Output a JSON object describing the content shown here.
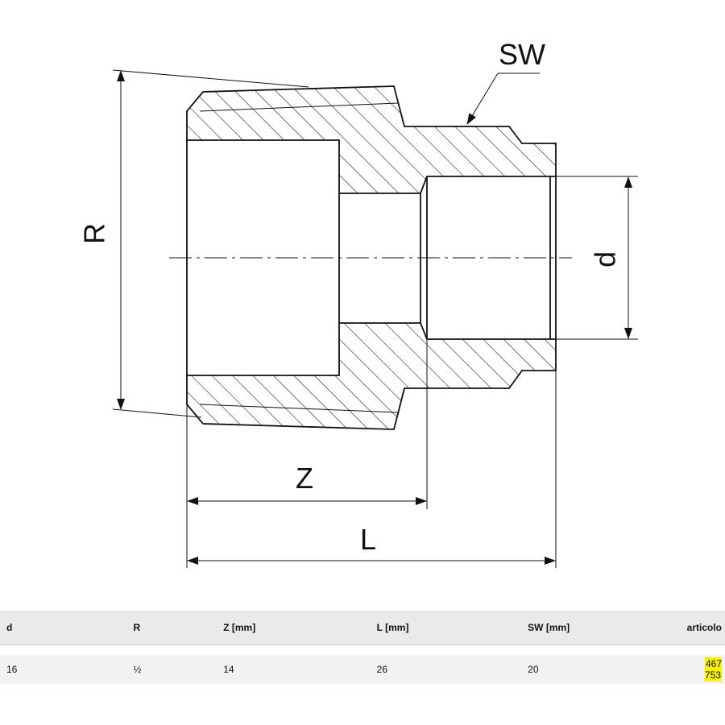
{
  "diagram": {
    "labels": {
      "R": "R",
      "SW": "SW",
      "d": "d",
      "Z": "Z",
      "L": "L"
    },
    "colors": {
      "line": "#111111",
      "highlight": "#f7f200"
    }
  },
  "table": {
    "headers": {
      "d": "d",
      "r": "R",
      "z": "Z [mm]",
      "l": "L [mm]",
      "sw": "SW [mm]",
      "article": "articolo"
    },
    "row": {
      "d": "16",
      "r": "½",
      "z": "14",
      "l": "26",
      "sw": "20",
      "article": "467 753"
    }
  }
}
